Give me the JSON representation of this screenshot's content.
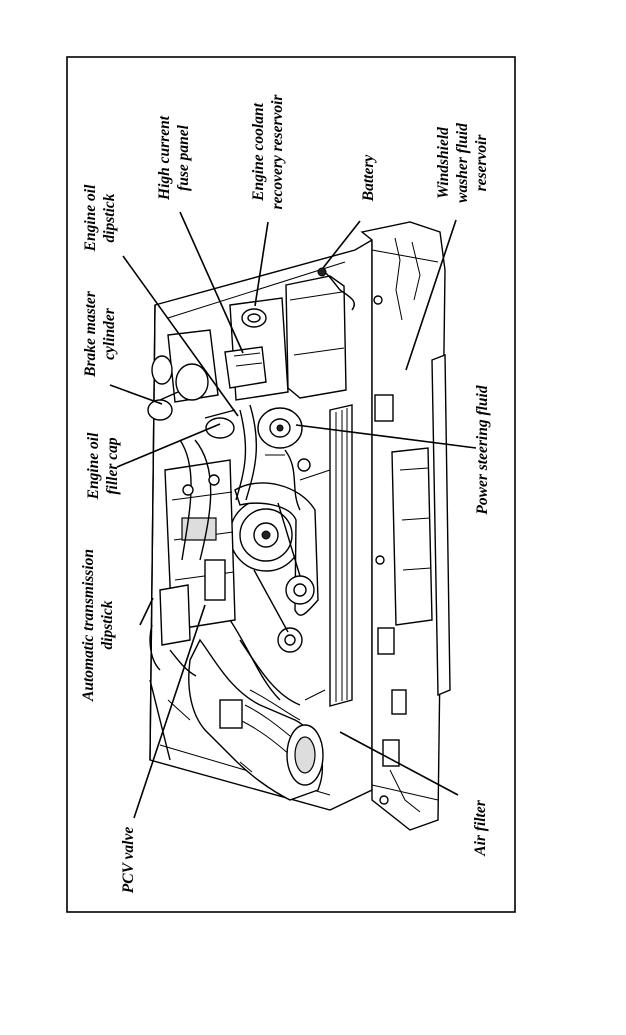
{
  "labels": {
    "pcv_valve": "PCV valve",
    "auto_trans_dipstick_1": "Automatic transmission",
    "auto_trans_dipstick_2": "dipstick",
    "engine_oil_filler_cap_1": "Engine oil",
    "engine_oil_filler_cap_2": "filler cap",
    "brake_master_cylinder_1": "Brake master",
    "brake_master_cylinder_2": "cylinder",
    "engine_oil_dipstick_1": "Engine oil",
    "engine_oil_dipstick_2": "dipstick",
    "high_current_fuse_panel_1": "High current",
    "high_current_fuse_panel_2": "fuse panel",
    "engine_coolant_reservoir_1": "Engine coolant",
    "engine_coolant_reservoir_2": "recovery reservoir",
    "battery": "Battery",
    "windshield_washer_1": "Windshield",
    "windshield_washer_2": "washer fluid",
    "windshield_washer_3": "reservoir",
    "power_steering_fluid": "Power steering fluid",
    "air_filter": "Air filter"
  }
}
